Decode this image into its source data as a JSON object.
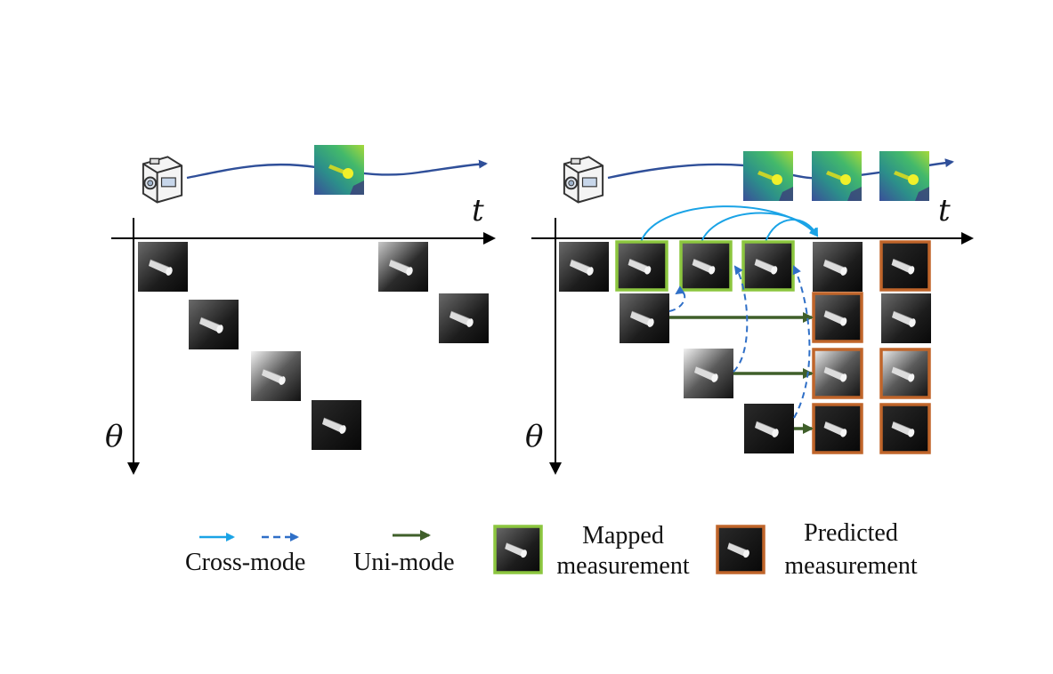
{
  "axes": {
    "time_label": "t",
    "angle_label": "θ"
  },
  "legend": {
    "cross_mode": "Cross-mode",
    "uni_mode": "Uni-mode",
    "mapped_line1": "Mapped",
    "mapped_line2": "measurement",
    "predicted_line1": "Predicted",
    "predicted_line2": "measurement"
  },
  "colors": {
    "cross_mode_solid": "#1aa3e6",
    "cross_mode_dashed": "#2f6fc7",
    "uni_mode": "#3f5f2a",
    "mapped_border": "#8cc63f",
    "predicted_border": "#c0652a",
    "axis": "#000000",
    "trajectory": "#2f4f99"
  },
  "icons": [
    "camera-icon",
    "event-frame-thumbnail",
    "measurement-thumbnail"
  ]
}
